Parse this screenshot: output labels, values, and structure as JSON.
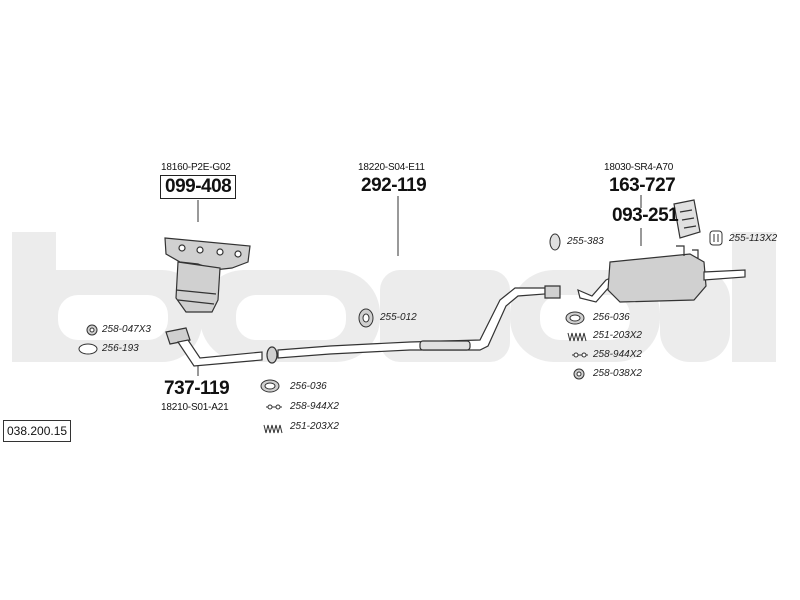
{
  "diagram_id": "038.200.15",
  "brand_watermark": "bosal",
  "parts": {
    "manifold": {
      "oem": "18160-P2E-G02",
      "number": "099-408"
    },
    "front_pipe": {
      "oem": "18210-S01-A21",
      "number": "737-119"
    },
    "middle_pipe": {
      "oem": "18220-S04-E11",
      "number": "292-119"
    },
    "rear_silencer": {
      "oem": "18030-SR4-A70",
      "number": "163-727"
    },
    "heat_shield": {
      "number": "093-251"
    }
  },
  "accessories": {
    "a1": "258-047X3",
    "a2": "256-193",
    "a3": "256-036",
    "a4": "258-944X2",
    "a5": "251-203X2",
    "a6": "255-012",
    "a7": "255-383",
    "a8": "255-113X2",
    "a9": "256-036",
    "a10": "251-203X2",
    "a11": "258-944X2",
    "a12": "258-038X2"
  },
  "colors": {
    "watermark": "#ececec",
    "line": "#333333",
    "part_fill": "#d0d0d0"
  }
}
